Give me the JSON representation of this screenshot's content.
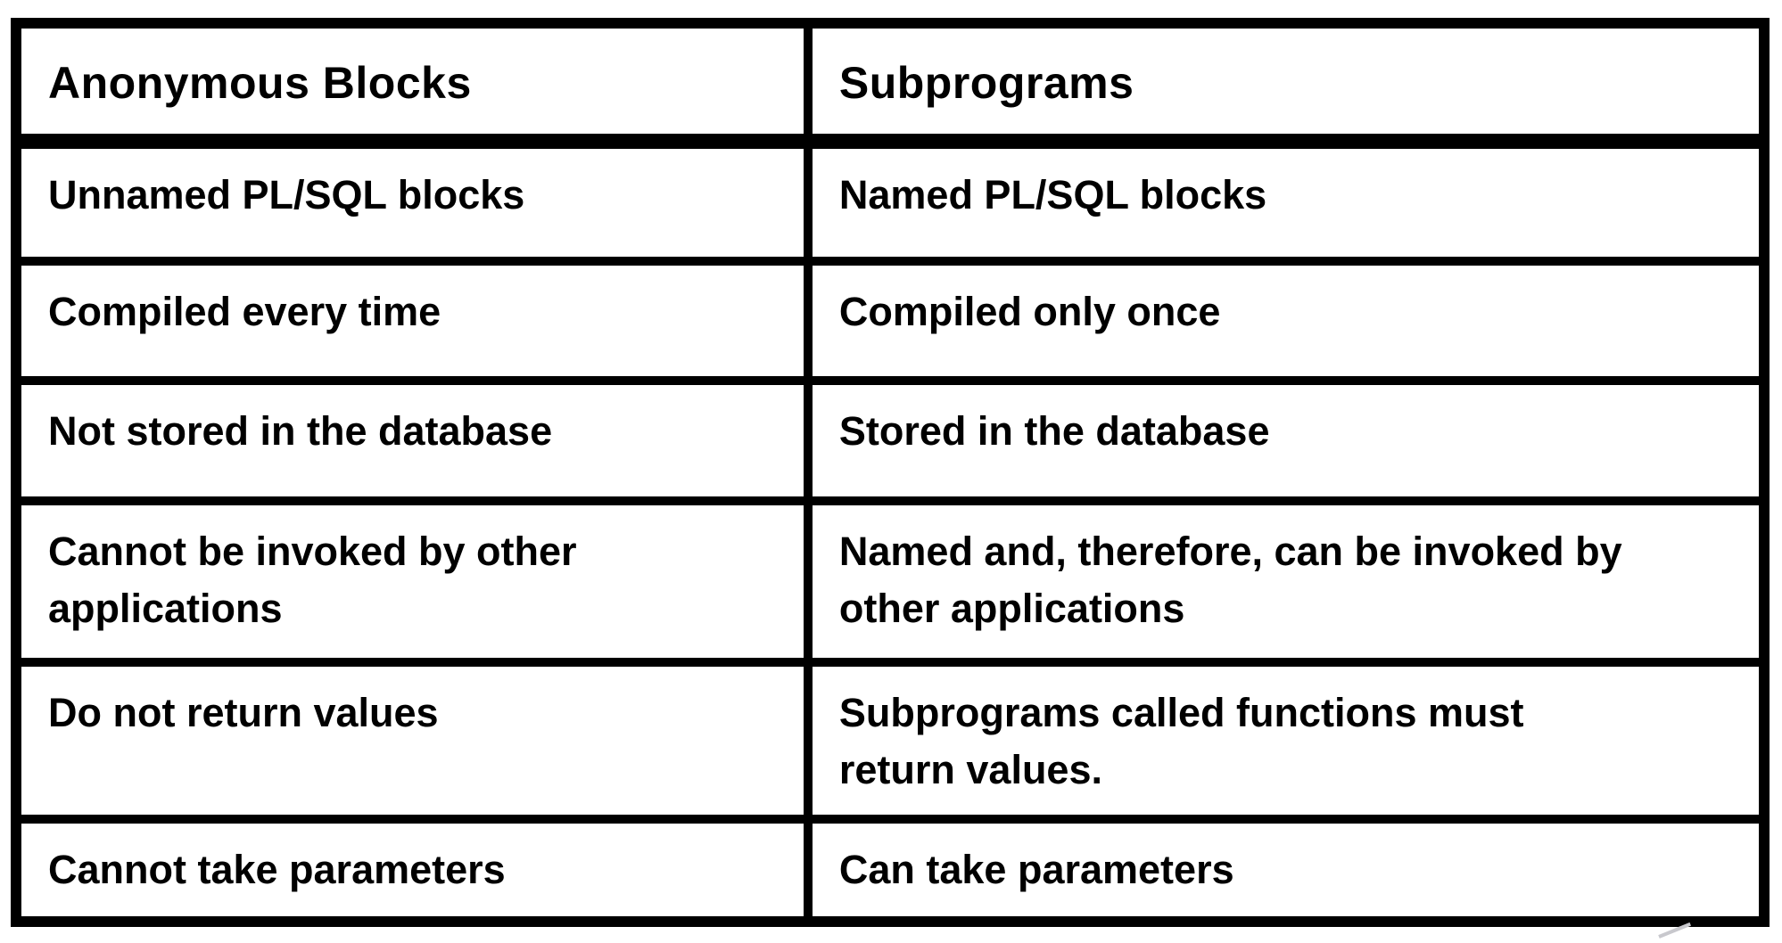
{
  "table": {
    "columns": [
      {
        "header": "Anonymous Blocks"
      },
      {
        "header": "Subprograms"
      }
    ],
    "rows": [
      {
        "anonymous": "Unnamed PL/SQL blocks",
        "subprogram": "Named PL/SQL blocks"
      },
      {
        "anonymous": "Compiled every time",
        "subprogram": "Compiled only once"
      },
      {
        "anonymous": "Not stored in the database",
        "subprogram": "Stored in the database"
      },
      {
        "anonymous": "Cannot be invoked by other\napplications",
        "subprogram": "Named and, therefore, can be invoked by\nother applications"
      },
      {
        "anonymous": "Do not return values",
        "subprogram": "Subprograms called functions must\nreturn values."
      },
      {
        "anonymous": "Cannot take parameters",
        "subprogram": "Can take parameters"
      }
    ]
  },
  "colors": {
    "border": "#000000",
    "text": "#000000",
    "background": "#ffffff",
    "stray_mark": "#c8c8cd"
  }
}
